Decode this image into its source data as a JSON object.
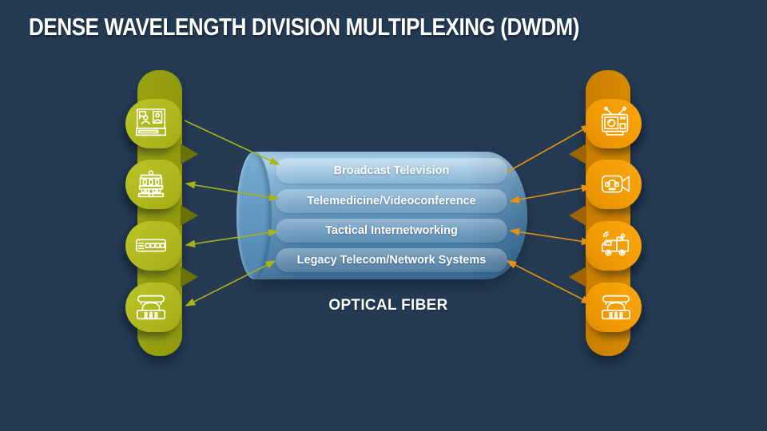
{
  "slide": {
    "title": "DENSE WAVELENGTH DIVISION MULTIPLEXING (DWDM)"
  },
  "cylinder": {
    "label": "OPTICAL FIBER",
    "channels": [
      "Broadcast Television",
      "Telemedicine/Videoconference",
      "Tactical Internetworking",
      "Legacy Telecom/Network Systems"
    ]
  },
  "left_rail": {
    "items": [
      {
        "icon": "news-studio-icon",
        "icon_ref": "#icon-news-studio"
      },
      {
        "icon": "clinic-building-icon",
        "icon_ref": "#icon-building"
      },
      {
        "icon": "network-switch-icon",
        "icon_ref": "#icon-switch"
      },
      {
        "icon": "rotary-telephone-icon",
        "icon_ref": "#icon-telephone"
      }
    ]
  },
  "right_rail": {
    "items": [
      {
        "icon": "retro-tv-icon",
        "icon_ref": "#icon-retro-tv"
      },
      {
        "icon": "video-call-icon",
        "icon_ref": "#icon-video-call"
      },
      {
        "icon": "broadcast-van-icon",
        "icon_ref": "#icon-van"
      },
      {
        "icon": "rotary-telephone-icon",
        "icon_ref": "#icon-telephone"
      }
    ]
  },
  "colors": {
    "bg": "#253b54",
    "title": "#ffffff",
    "left-bump": "#afb91d",
    "left-spine": "#99a312",
    "left-notch": "#6b7105",
    "left-arrow": "#a9b414",
    "right-bump": "#f39b02",
    "right-spine": "#d88a00",
    "right-notch": "#9f6300",
    "right-arrow": "#e8930f",
    "cyl-top": "#a6cde5",
    "cyl-mid": "#5e94bc",
    "cyl-low": "#3f7099",
    "cap-top": "#79add2",
    "cap-bot": "#4c84af"
  }
}
